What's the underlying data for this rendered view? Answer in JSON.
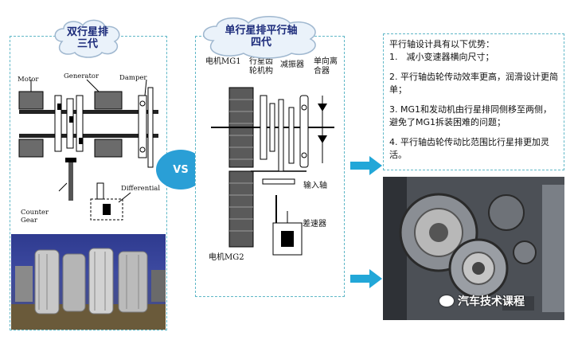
{
  "left_panel": {
    "title": "双行星排\n三代",
    "labels": {
      "motor": "Motor",
      "generator": "Generator",
      "damper": "Damper",
      "differential": "Differential",
      "counter_gear": "Counter\nGear"
    }
  },
  "vs_label": "VS",
  "middle_panel": {
    "title": "单行星排平行轴\n四代",
    "labels": {
      "mg1": "电机MG1",
      "gear_train": "行星齿\n轮机构",
      "damper": "减振器",
      "clutch": "单向离\n合器",
      "input_shaft": "输入轴",
      "differential": "差速器",
      "mg2": "电机MG2"
    }
  },
  "advantages": {
    "heading": "平行轴设计具有以下优势：",
    "items": [
      "1.　减小变速器横向尺寸；",
      "2. 平行轴齿轮传动效率更高，润滑设计更简单；",
      "3. MG1和发动机由行星排同侧移至两侧，避免了MG1拆装困难的问题；",
      "4. 平行轴齿轮传动比范围比行星排更加灵活。"
    ]
  },
  "watermark": "汽车技术课程",
  "colors": {
    "panel_border": "#5fb7c7",
    "vs_circle": "#2a9fd6",
    "arrow": "#22a7d8",
    "title_text": "#1b2a7a"
  }
}
